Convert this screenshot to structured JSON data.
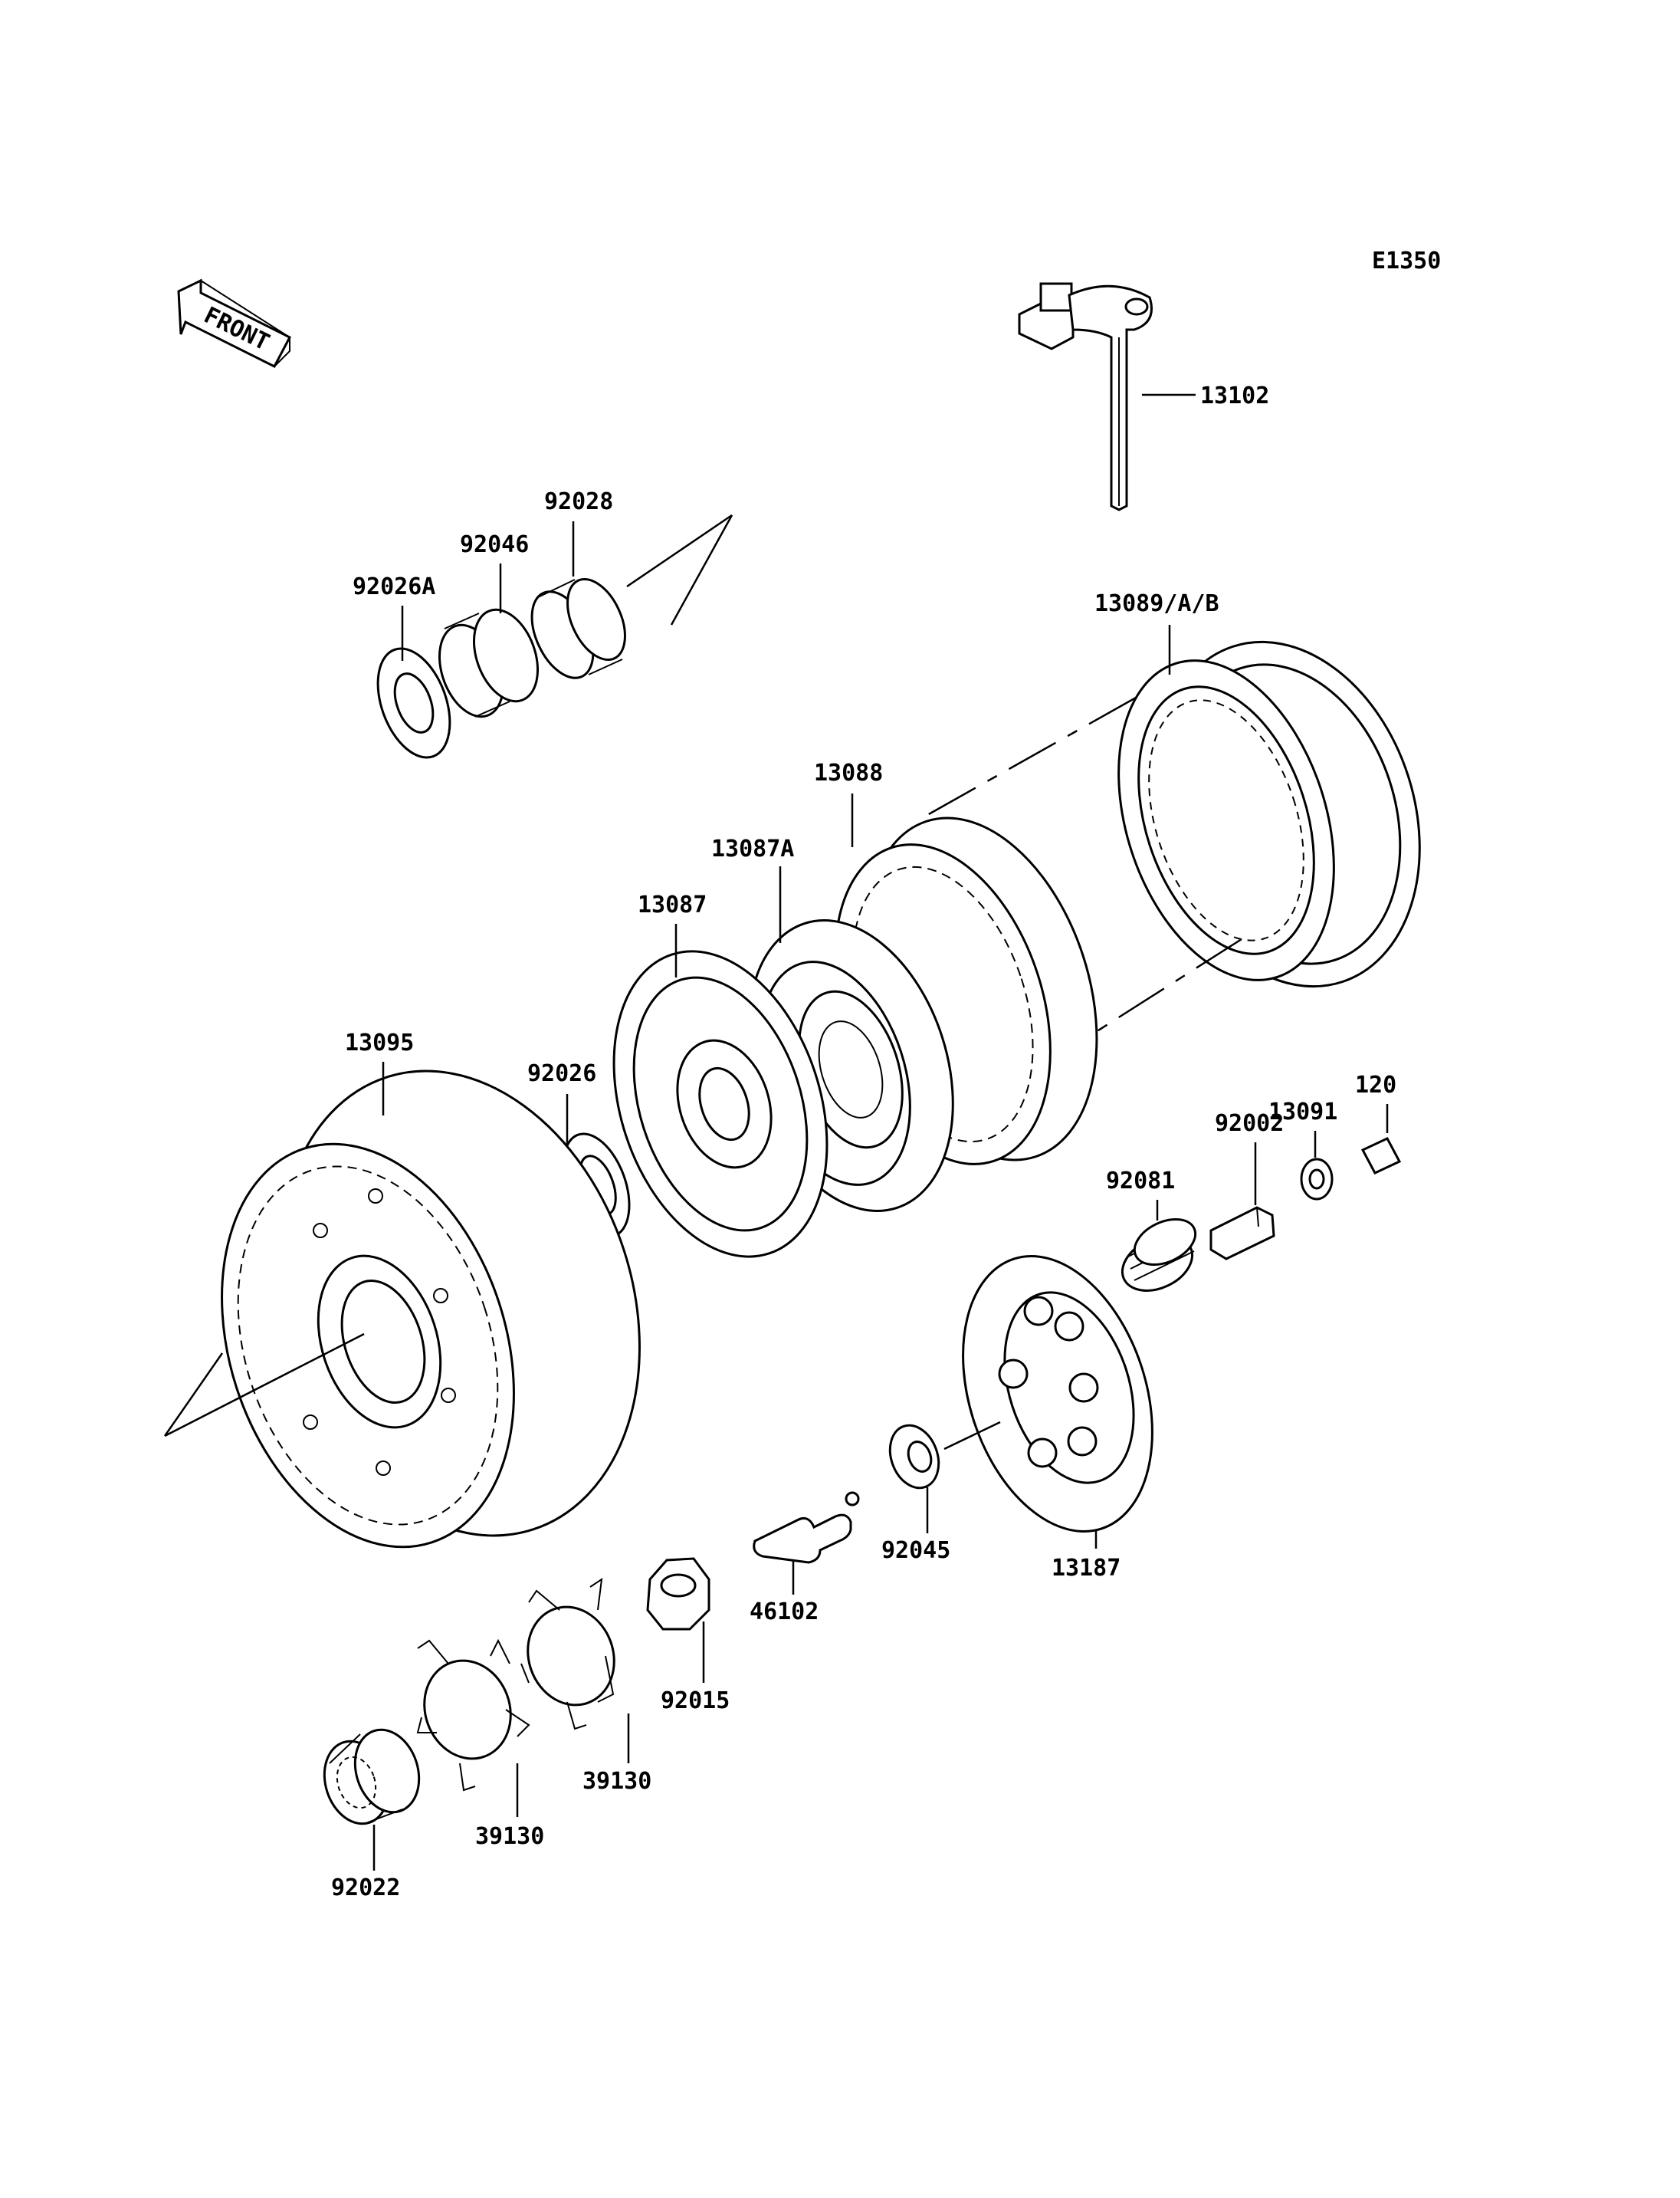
{
  "diagram_code": "E1350",
  "front_label": "FRONT",
  "parts": {
    "p13102": "13102",
    "p92028": "92028",
    "p92046": "92046",
    "p92026A": "92026A",
    "p13089": "13089/A/B",
    "p13088": "13088",
    "p13087A": "13087A",
    "p13087": "13087",
    "p13095": "13095",
    "p92026": "92026",
    "p120": "120",
    "p13091": "13091",
    "p92002": "92002",
    "p92081": "92081",
    "p92045": "92045",
    "p13187": "13187",
    "p46102": "46102",
    "p92015": "92015",
    "p39130a": "39130",
    "p39130b": "39130",
    "p92022": "92022"
  }
}
